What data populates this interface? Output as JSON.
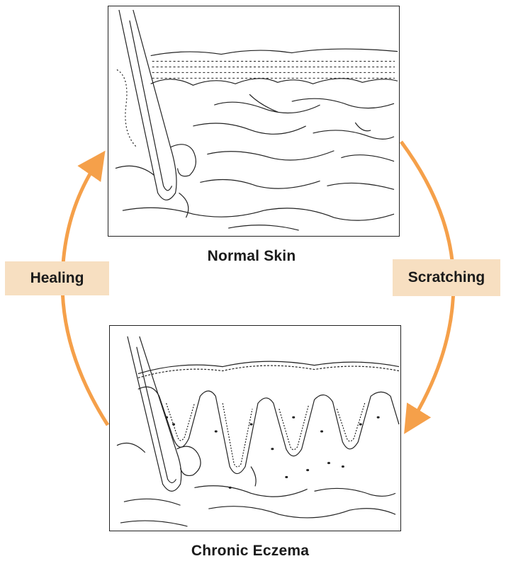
{
  "labels": {
    "normal_skin": "Normal Skin",
    "chronic_eczema": "Chronic Eczema",
    "healing": "Healing",
    "scratching": "Scratching"
  },
  "colors": {
    "arrow": "#f5a04a",
    "tag_fill": "#f7dfc1",
    "ink": "#222222"
  },
  "icons": {
    "normal_panel": "normal-skin-cross-section-illustration",
    "eczema_panel": "chronic-eczema-cross-section-illustration"
  }
}
